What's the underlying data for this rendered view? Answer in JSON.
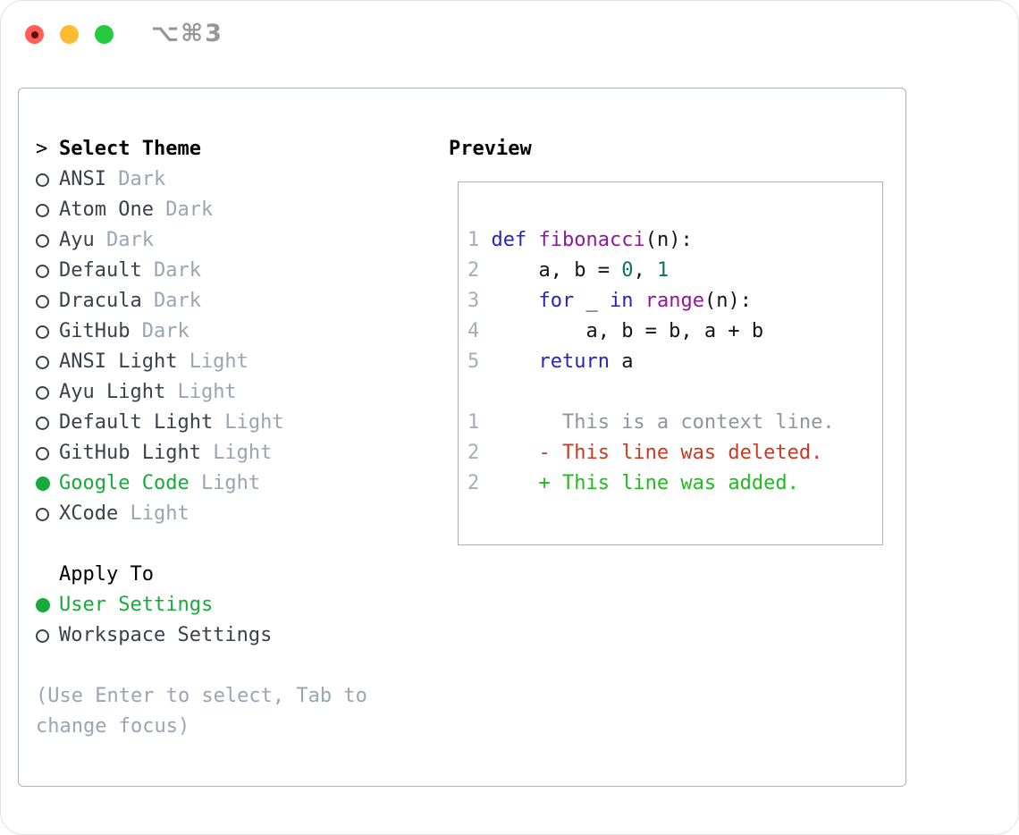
{
  "window": {
    "title": "⌥⌘3"
  },
  "colors": {
    "accent-green": "#17ab3a",
    "text-dark": "#3a414c",
    "muted": "#9aa5b3",
    "border": "#aab2bd",
    "keyword": "#2626b8",
    "name": "#91189c",
    "literal": "#0e6f6a",
    "plain": "#141414",
    "lineno": "#a3adbb",
    "diff-context": "#8f959e",
    "diff-deleted": "#c93a22",
    "diff-added": "#1ebc1e",
    "light-red": "#ff5e57",
    "light-yellow": "#fdbc2f",
    "light-green": "#27c93f"
  },
  "theme_picker": {
    "header": {
      "prompt": ">",
      "label": "Select Theme"
    },
    "items": [
      {
        "name": "ANSI",
        "variant": "Dark",
        "selected": false
      },
      {
        "name": "Atom One",
        "variant": "Dark",
        "selected": false
      },
      {
        "name": "Ayu",
        "variant": "Dark",
        "selected": false
      },
      {
        "name": "Default",
        "variant": "Dark",
        "selected": false
      },
      {
        "name": "Dracula",
        "variant": "Dark",
        "selected": false
      },
      {
        "name": "GitHub",
        "variant": "Dark",
        "selected": false
      },
      {
        "name": "ANSI Light",
        "variant": "Light",
        "selected": false
      },
      {
        "name": "Ayu Light",
        "variant": "Light",
        "selected": false
      },
      {
        "name": "Default Light",
        "variant": "Light",
        "selected": false
      },
      {
        "name": "GitHub Light",
        "variant": "Light",
        "selected": false
      },
      {
        "name": "Google Code",
        "variant": "Light",
        "selected": true
      },
      {
        "name": "XCode",
        "variant": "Light",
        "selected": false
      }
    ],
    "apply_to": {
      "label": "Apply To",
      "options": [
        {
          "name": "User Settings",
          "selected": true
        },
        {
          "name": "Workspace Settings",
          "selected": false
        }
      ]
    },
    "hint": "(Use Enter to select, Tab to change focus)"
  },
  "preview": {
    "label": "Preview",
    "code_lines": [
      {
        "num": "1",
        "tokens": [
          {
            "text": "def",
            "type": "keyword"
          },
          {
            "text": " ",
            "type": "plain"
          },
          {
            "text": "fibonacci",
            "type": "name"
          },
          {
            "text": "(n):",
            "type": "plain"
          }
        ]
      },
      {
        "num": "2",
        "tokens": [
          {
            "text": "    a, b = ",
            "type": "plain"
          },
          {
            "text": "0",
            "type": "literal"
          },
          {
            "text": ", ",
            "type": "plain"
          },
          {
            "text": "1",
            "type": "literal"
          }
        ]
      },
      {
        "num": "3",
        "tokens": [
          {
            "text": "    ",
            "type": "plain"
          },
          {
            "text": "for",
            "type": "keyword"
          },
          {
            "text": " _ ",
            "type": "plain"
          },
          {
            "text": "in",
            "type": "keyword"
          },
          {
            "text": " ",
            "type": "plain"
          },
          {
            "text": "range",
            "type": "name"
          },
          {
            "text": "(n):",
            "type": "plain"
          }
        ]
      },
      {
        "num": "4",
        "tokens": [
          {
            "text": "        a, b = b, a + b",
            "type": "plain"
          }
        ]
      },
      {
        "num": "5",
        "tokens": [
          {
            "text": "    ",
            "type": "plain"
          },
          {
            "text": "return",
            "type": "keyword"
          },
          {
            "text": " a",
            "type": "plain"
          }
        ]
      }
    ],
    "diff_lines": [
      {
        "num": "1",
        "marker": "",
        "kind": "context",
        "text": "This is a context line."
      },
      {
        "num": "2",
        "marker": "-",
        "kind": "deleted",
        "text": "This line was deleted."
      },
      {
        "num": "2",
        "marker": "+",
        "kind": "added",
        "text": "This line was added."
      }
    ]
  }
}
